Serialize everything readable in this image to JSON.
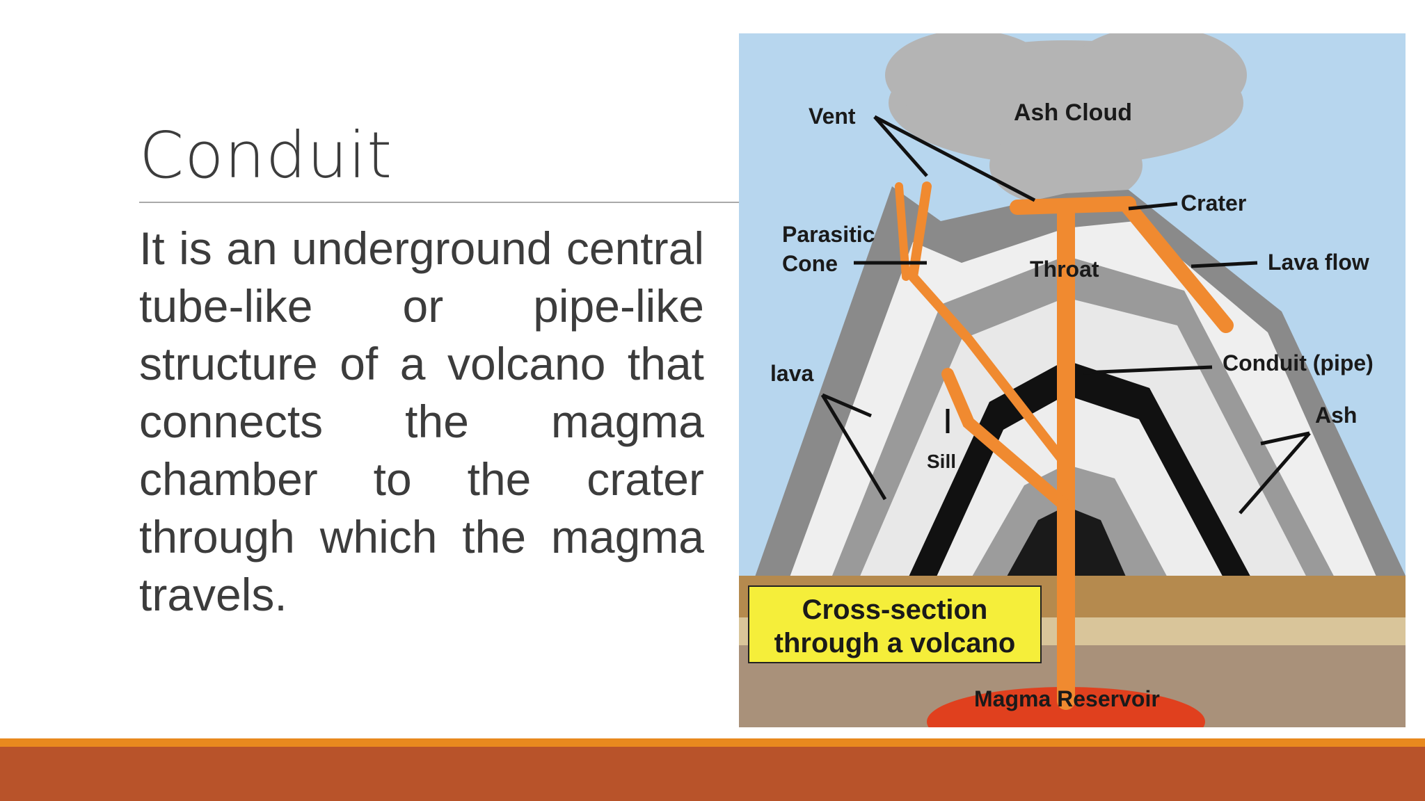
{
  "slide": {
    "title": "Conduit",
    "body": "It is an underground central tube-like or pipe-like structure of a volcano that connects the magma chamber to the crater through which the magma travels."
  },
  "figure": {
    "labels": {
      "vent": "Vent",
      "ash_cloud": "Ash Cloud",
      "crater": "Crater",
      "parasitic_cone_1": "Parasitic",
      "parasitic_cone_2": "Cone",
      "throat": "Throat",
      "lava_flow": "Lava flow",
      "lava": "lava",
      "conduit_pipe": "Conduit (pipe)",
      "ash": "Ash",
      "sill": "Sill",
      "caption_1": "Cross-section",
      "caption_2": "through a volcano",
      "magma_reservoir": "Magma Reservoir"
    }
  },
  "colors": {
    "sky": "#b7d6ee",
    "footer_band": "#b8532a",
    "footer_line": "#e8891e",
    "lava": "#f08a30",
    "caption_bg": "#f5ee3a"
  }
}
